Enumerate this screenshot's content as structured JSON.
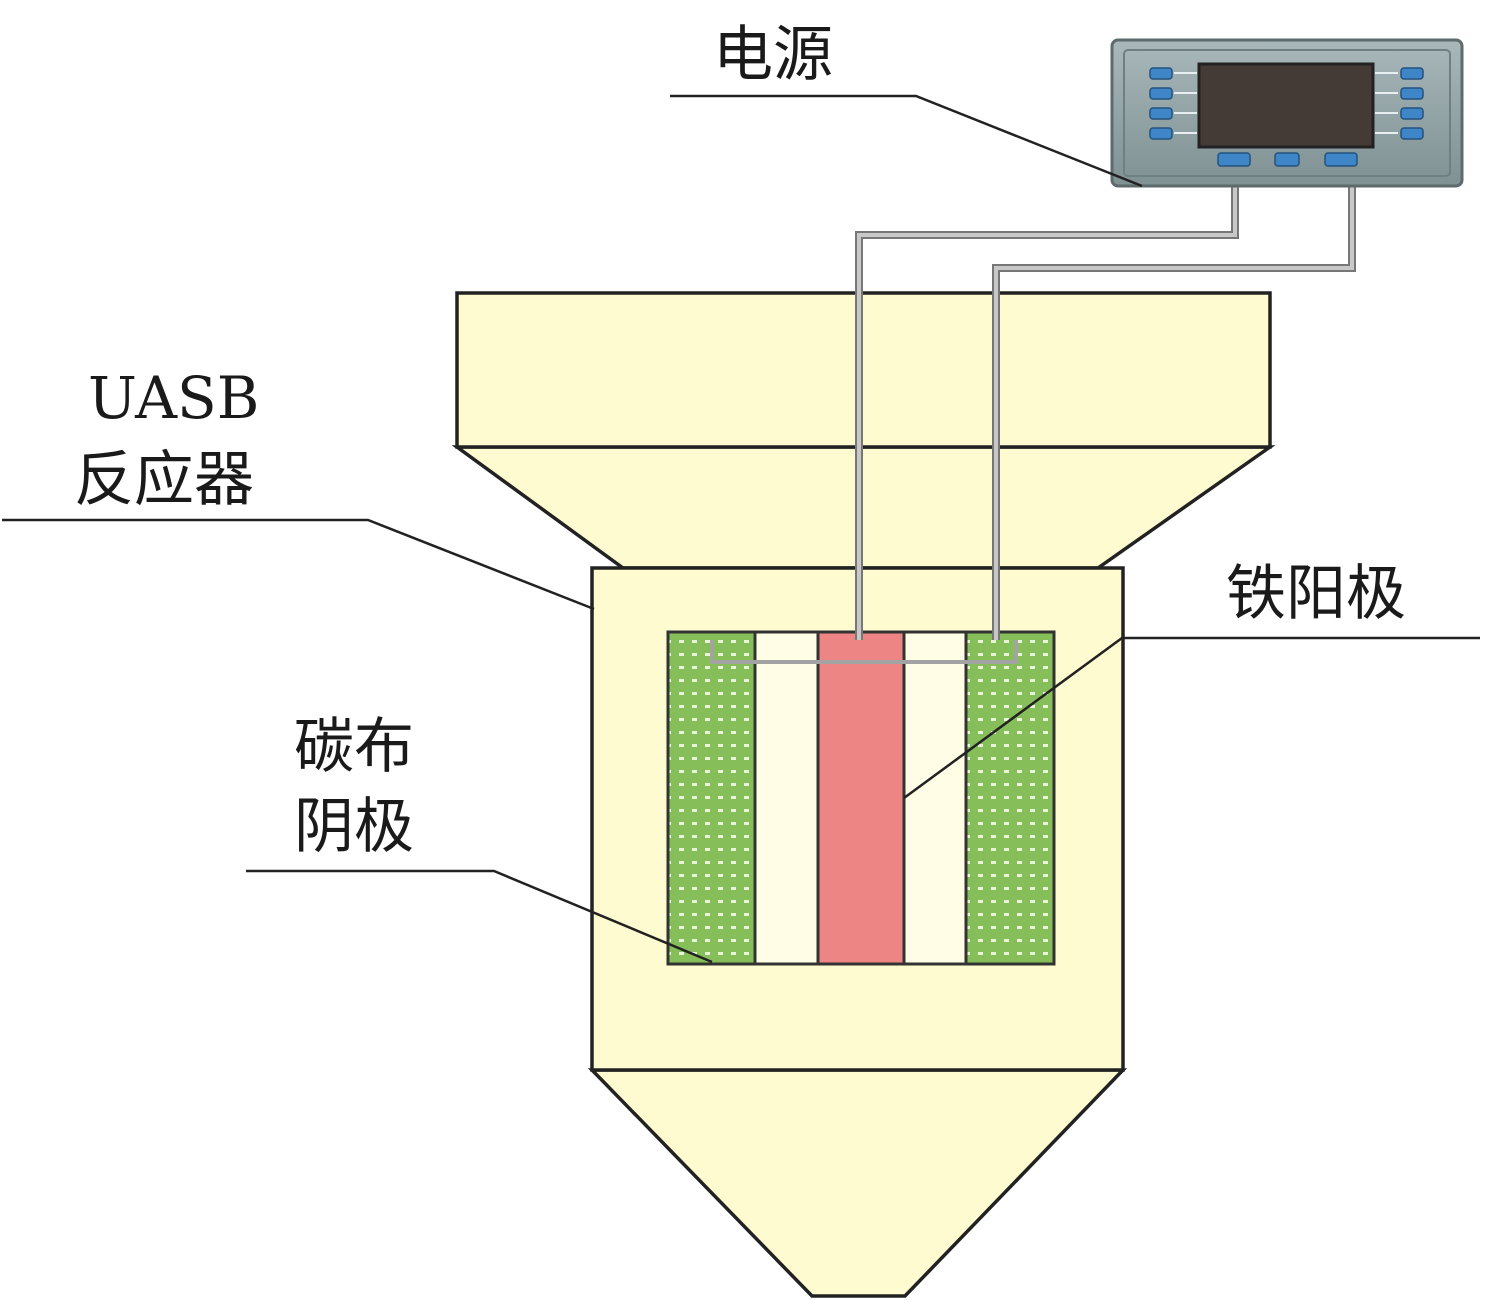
{
  "labels": {
    "power": "电源",
    "reactor_line1": "UASB",
    "reactor_line2": "反应器",
    "anode": "铁阳极",
    "cathode_line1": "碳布",
    "cathode_line2": "阴极"
  },
  "colors": {
    "reactor_fill": "#fdfbcf",
    "outline": "#222222",
    "cathode_green": "#86bf59",
    "cathode_dots": "#e8f5d8",
    "anode_red": "#ee8585",
    "wire": "#a3a3a3",
    "power_case": "#8b9c9e",
    "power_screen": "#443a36",
    "power_buttons": "#3e86c8"
  },
  "icons": {
    "power_supply": "power-supply-icon"
  }
}
